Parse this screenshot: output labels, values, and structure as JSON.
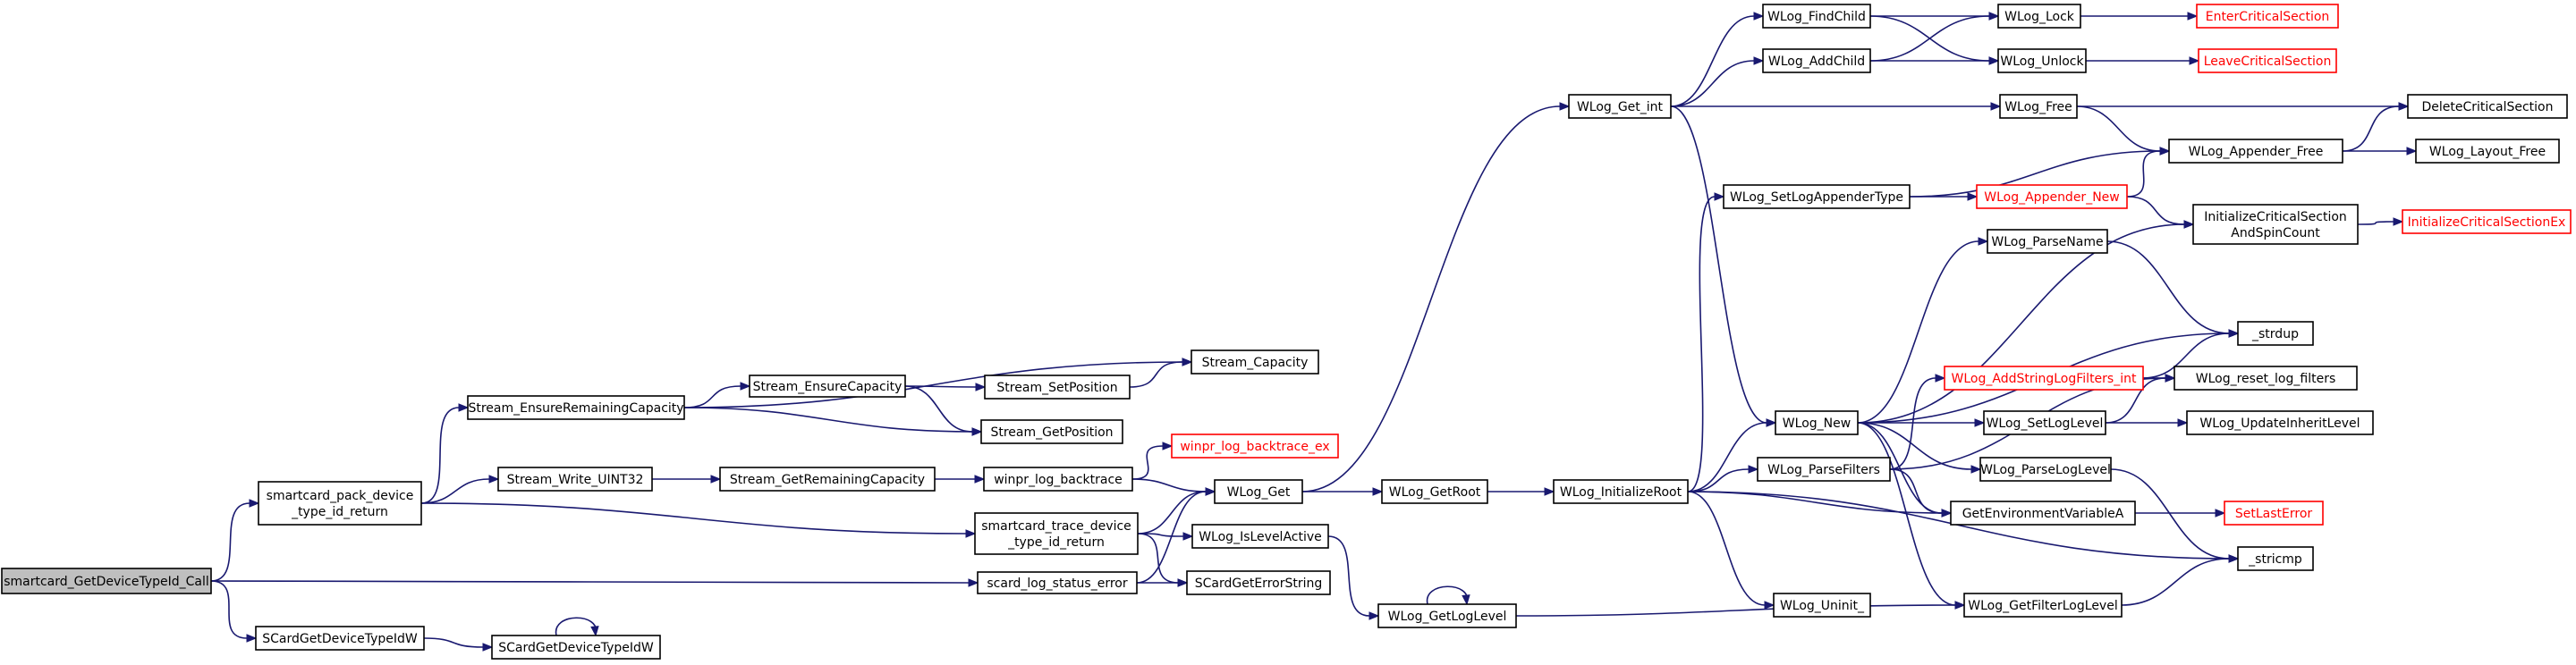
{
  "graph": {
    "direction": "left-to-right",
    "edge_color": "#191970",
    "truncated_node_border": "#ff0000",
    "root_fill": "#bfbfbf",
    "nodes": [
      {
        "id": "root",
        "lines": [
          "smartcard_GetDeviceTypeId_Call"
        ],
        "style": "root"
      },
      {
        "id": "packret",
        "lines": [
          "smartcard_pack_device",
          "_type_id_return"
        ]
      },
      {
        "id": "scgdti1",
        "lines": [
          "SCardGetDeviceTypeIdW"
        ]
      },
      {
        "id": "scgdti2",
        "lines": [
          "SCardGetDeviceTypeIdW"
        ]
      },
      {
        "id": "serc",
        "lines": [
          "Stream_EnsureRemainingCapacity"
        ]
      },
      {
        "id": "swu32",
        "lines": [
          "Stream_Write_UINT32"
        ]
      },
      {
        "id": "strace",
        "lines": [
          "smartcard_trace_device",
          "_type_id_return"
        ]
      },
      {
        "id": "slse",
        "lines": [
          "scard_log_status_error"
        ]
      },
      {
        "id": "sec",
        "lines": [
          "Stream_EnsureCapacity"
        ]
      },
      {
        "id": "sgrc",
        "lines": [
          "Stream_GetRemainingCapacity"
        ]
      },
      {
        "id": "ssp",
        "lines": [
          "Stream_SetPosition"
        ]
      },
      {
        "id": "scap",
        "lines": [
          "Stream_Capacity"
        ]
      },
      {
        "id": "sgp",
        "lines": [
          "Stream_GetPosition"
        ]
      },
      {
        "id": "wlbt",
        "lines": [
          "winpr_log_backtrace"
        ]
      },
      {
        "id": "wlbtex",
        "lines": [
          "winpr_log_backtrace_ex"
        ],
        "style": "red"
      },
      {
        "id": "wlget",
        "lines": [
          "WLog_Get"
        ]
      },
      {
        "id": "wlila",
        "lines": [
          "WLog_IsLevelActive"
        ]
      },
      {
        "id": "scges",
        "lines": [
          "SCardGetErrorString"
        ]
      },
      {
        "id": "wlgetroot",
        "lines": [
          "WLog_GetRoot"
        ]
      },
      {
        "id": "wlgll",
        "lines": [
          "WLog_GetLogLevel"
        ]
      },
      {
        "id": "wlgetint",
        "lines": [
          "WLog_Get_int"
        ]
      },
      {
        "id": "wlinitroot",
        "lines": [
          "WLog_InitializeRoot"
        ]
      },
      {
        "id": "wlfindchild",
        "lines": [
          "WLog_FindChild"
        ]
      },
      {
        "id": "wladdchild",
        "lines": [
          "WLog_AddChild"
        ]
      },
      {
        "id": "wlslat",
        "lines": [
          "WLog_SetLogAppenderType"
        ]
      },
      {
        "id": "wlnew",
        "lines": [
          "WLog_New"
        ]
      },
      {
        "id": "wlpf",
        "lines": [
          "WLog_ParseFilters"
        ]
      },
      {
        "id": "wluninit",
        "lines": [
          "WLog_Uninit_"
        ]
      },
      {
        "id": "wllock",
        "lines": [
          "WLog_Lock"
        ]
      },
      {
        "id": "wlunlock",
        "lines": [
          "WLog_Unlock"
        ]
      },
      {
        "id": "wlfree",
        "lines": [
          "WLog_Free"
        ]
      },
      {
        "id": "wlan",
        "lines": [
          "WLog_Appender_New"
        ],
        "style": "red"
      },
      {
        "id": "wlpn",
        "lines": [
          "WLog_ParseName"
        ]
      },
      {
        "id": "wlaslf",
        "lines": [
          "WLog_AddStringLogFilters_int"
        ],
        "style": "red"
      },
      {
        "id": "wlsll",
        "lines": [
          "WLog_SetLogLevel"
        ]
      },
      {
        "id": "wlpll",
        "lines": [
          "WLog_ParseLogLevel"
        ]
      },
      {
        "id": "gev",
        "lines": [
          "GetEnvironmentVariableA"
        ]
      },
      {
        "id": "wlgfl",
        "lines": [
          "WLog_GetFilterLogLevel"
        ]
      },
      {
        "id": "ecs",
        "lines": [
          "EnterCriticalSection"
        ],
        "style": "red"
      },
      {
        "id": "lcs",
        "lines": [
          "LeaveCriticalSection"
        ],
        "style": "red"
      },
      {
        "id": "dcs",
        "lines": [
          "DeleteCriticalSection"
        ]
      },
      {
        "id": "wlaf",
        "lines": [
          "WLog_Appender_Free"
        ]
      },
      {
        "id": "wllf",
        "lines": [
          "WLog_Layout_Free"
        ]
      },
      {
        "id": "icsasc",
        "lines": [
          "InitializeCriticalSection",
          "AndSpinCount"
        ]
      },
      {
        "id": "icsex",
        "lines": [
          "InitializeCriticalSectionEx"
        ],
        "style": "red"
      },
      {
        "id": "strdup",
        "lines": [
          "_strdup"
        ]
      },
      {
        "id": "wlrlf",
        "lines": [
          "WLog_reset_log_filters"
        ]
      },
      {
        "id": "wluil",
        "lines": [
          "WLog_UpdateInheritLevel"
        ]
      },
      {
        "id": "sle",
        "lines": [
          "SetLastError"
        ],
        "style": "red"
      },
      {
        "id": "stricmp",
        "lines": [
          "_stricmp"
        ]
      }
    ],
    "edges": [
      [
        "root",
        "packret"
      ],
      [
        "root",
        "slse"
      ],
      [
        "root",
        "scgdti1"
      ],
      [
        "scgdti1",
        "scgdti2"
      ],
      [
        "scgdti2",
        "scgdti2"
      ],
      [
        "packret",
        "serc"
      ],
      [
        "packret",
        "swu32"
      ],
      [
        "packret",
        "strace"
      ],
      [
        "serc",
        "scap"
      ],
      [
        "serc",
        "sec"
      ],
      [
        "serc",
        "sgp"
      ],
      [
        "sec",
        "ssp"
      ],
      [
        "sec",
        "sgp"
      ],
      [
        "ssp",
        "scap"
      ],
      [
        "swu32",
        "sgrc"
      ],
      [
        "sgrc",
        "wlbt"
      ],
      [
        "wlbt",
        "wlbtex"
      ],
      [
        "wlbt",
        "wlget"
      ],
      [
        "strace",
        "wlget"
      ],
      [
        "strace",
        "wlila"
      ],
      [
        "strace",
        "scges"
      ],
      [
        "slse",
        "wlget"
      ],
      [
        "slse",
        "scges"
      ],
      [
        "wlila",
        "wlgll"
      ],
      [
        "wlgll",
        "wlgll"
      ],
      [
        "wlgll",
        "wlgfl"
      ],
      [
        "wlget",
        "wlgetint"
      ],
      [
        "wlget",
        "wlgetroot"
      ],
      [
        "wlgetroot",
        "wlinitroot"
      ],
      [
        "wlgetint",
        "wlfindchild"
      ],
      [
        "wlgetint",
        "wladdchild"
      ],
      [
        "wlgetint",
        "wlfree"
      ],
      [
        "wlgetint",
        "wlnew"
      ],
      [
        "wlfindchild",
        "wllock"
      ],
      [
        "wlfindchild",
        "wlunlock"
      ],
      [
        "wladdchild",
        "wllock"
      ],
      [
        "wladdchild",
        "wlunlock"
      ],
      [
        "wllock",
        "ecs"
      ],
      [
        "wlunlock",
        "lcs"
      ],
      [
        "wlfree",
        "dcs"
      ],
      [
        "wlfree",
        "wlaf"
      ],
      [
        "wlaf",
        "dcs"
      ],
      [
        "wlaf",
        "wllf"
      ],
      [
        "wlinitroot",
        "wlslat"
      ],
      [
        "wlinitroot",
        "wlnew"
      ],
      [
        "wlinitroot",
        "wlpf"
      ],
      [
        "wlinitroot",
        "gev"
      ],
      [
        "wlinitroot",
        "stricmp"
      ],
      [
        "wlinitroot",
        "wluninit"
      ],
      [
        "wlslat",
        "wlaf"
      ],
      [
        "wlslat",
        "wlan"
      ],
      [
        "wlan",
        "wlaf"
      ],
      [
        "wlan",
        "icsasc"
      ],
      [
        "icsasc",
        "icsex"
      ],
      [
        "wlnew",
        "icsasc"
      ],
      [
        "wlnew",
        "wlpn"
      ],
      [
        "wlnew",
        "strdup"
      ],
      [
        "wlnew",
        "wlsll"
      ],
      [
        "wlnew",
        "wlpll"
      ],
      [
        "wlnew",
        "gev"
      ],
      [
        "wlnew",
        "wlgfl"
      ],
      [
        "wlpn",
        "strdup"
      ],
      [
        "wlpf",
        "wlaslf"
      ],
      [
        "wlpf",
        "wlrlf"
      ],
      [
        "wlpf",
        "gev"
      ],
      [
        "wlaslf",
        "strdup"
      ],
      [
        "wlaslf",
        "wlrlf"
      ],
      [
        "wlsll",
        "wlrlf"
      ],
      [
        "wlsll",
        "wluil"
      ],
      [
        "wlpll",
        "stricmp"
      ],
      [
        "gev",
        "sle"
      ],
      [
        "wlgfl",
        "stricmp"
      ]
    ]
  }
}
